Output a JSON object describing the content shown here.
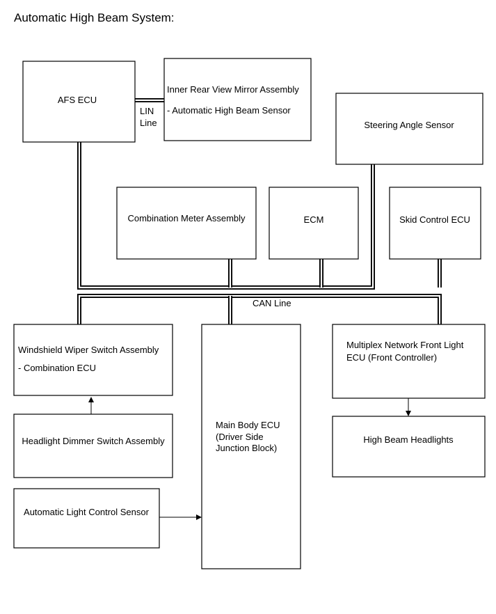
{
  "title": "Automatic High Beam System:",
  "boxes": {
    "afs_ecu": [
      "AFS ECU"
    ],
    "mirror": [
      "Inner Rear View Mirror Assembly",
      "- Automatic High Beam Sensor"
    ],
    "steering": [
      "Steering Angle Sensor"
    ],
    "combo_meter": [
      "Combination Meter Assembly"
    ],
    "ecm": [
      "ECM"
    ],
    "skid": [
      "Skid Control ECU"
    ],
    "wiper": [
      "Windshield Wiper Switch Assembly",
      "- Combination ECU"
    ],
    "main_body": [
      "Main Body ECU",
      "(Driver Side",
      "Junction Block)"
    ],
    "multiplex": [
      "Multiplex Network Front Light",
      "ECU (Front Controller)"
    ],
    "dimmer": [
      "Headlight Dimmer Switch Assembly"
    ],
    "high_beam": [
      "High Beam Headlights"
    ],
    "light_sensor": [
      "Automatic Light Control Sensor"
    ]
  },
  "lines": {
    "lin": [
      "LIN",
      "Line"
    ],
    "can": "CAN Line"
  }
}
